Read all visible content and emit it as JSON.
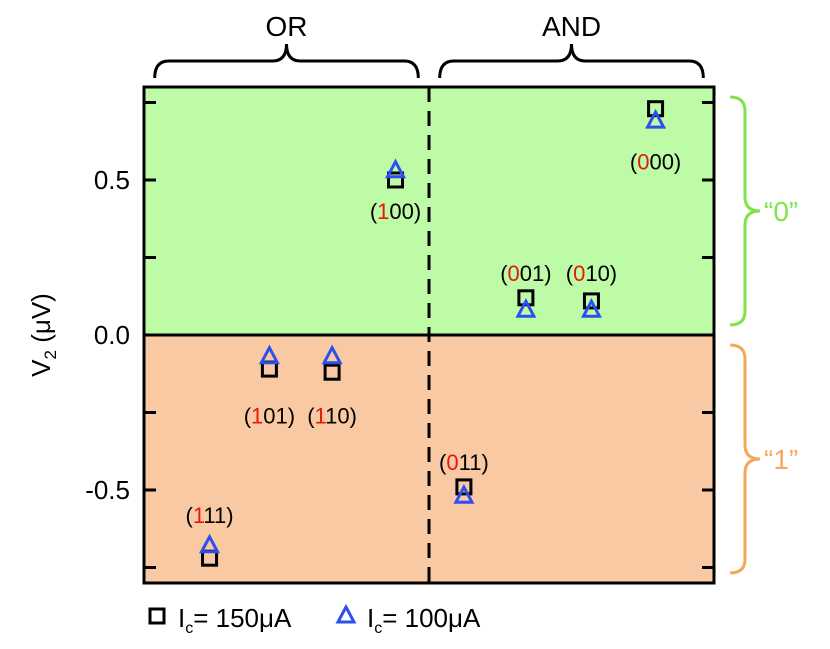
{
  "chart_data": {
    "type": "scatter",
    "ylabel": {
      "main": "V",
      "sub": "2",
      "unit": " (μV)"
    },
    "ylim": [
      -0.8,
      0.8
    ],
    "yticks": [
      {
        "value": 0.5,
        "label": "0.5"
      },
      {
        "value": 0.0,
        "label": "0.0"
      },
      {
        "value": -0.5,
        "label": "-0.5"
      }
    ],
    "xlim": [
      0,
      8
    ],
    "divider_x": 4,
    "groups": [
      {
        "label": "OR",
        "x_from": 0.15,
        "x_to": 3.85
      },
      {
        "label": "AND",
        "x_from": 4.15,
        "x_to": 7.85
      }
    ],
    "regions": [
      {
        "state": "“0”",
        "y_from": 0,
        "y_to": 0.8,
        "fill": "#bdfba6",
        "bracket_color": "#7fe34a"
      },
      {
        "state": "“1”",
        "y_from": -0.8,
        "y_to": 0,
        "fill": "#f8c9a2",
        "bracket_color": "#f5a85a"
      }
    ],
    "series": [
      {
        "name_main": "I",
        "name_sub": "c",
        "name_rest": "= 150μA",
        "marker": "square",
        "color": "#000000",
        "points": [
          {
            "x": 0.92,
            "y": -0.72
          },
          {
            "x": 1.76,
            "y": -0.11
          },
          {
            "x": 2.64,
            "y": -0.12
          },
          {
            "x": 3.53,
            "y": 0.5
          },
          {
            "x": 4.49,
            "y": -0.49
          },
          {
            "x": 5.36,
            "y": 0.12
          },
          {
            "x": 6.28,
            "y": 0.11
          },
          {
            "x": 7.18,
            "y": 0.73
          }
        ]
      },
      {
        "name_main": "I",
        "name_sub": "c",
        "name_rest": "= 100μA",
        "marker": "triangle",
        "color": "#2b4ff0",
        "points": [
          {
            "x": 0.92,
            "y": -0.68
          },
          {
            "x": 1.76,
            "y": -0.07
          },
          {
            "x": 2.64,
            "y": -0.07
          },
          {
            "x": 3.53,
            "y": 0.53
          },
          {
            "x": 4.49,
            "y": -0.52
          },
          {
            "x": 5.36,
            "y": 0.08
          },
          {
            "x": 6.28,
            "y": 0.08
          },
          {
            "x": 7.18,
            "y": 0.69
          }
        ]
      }
    ],
    "point_labels": [
      {
        "first": "1",
        "rest": "11)",
        "x": 0.92,
        "y": -0.58
      },
      {
        "first": "1",
        "rest": "01)",
        "x": 1.76,
        "y": -0.26
      },
      {
        "first": "1",
        "rest": "10)",
        "x": 2.64,
        "y": -0.26
      },
      {
        "first": "1",
        "rest": "00)",
        "x": 3.53,
        "y": 0.4
      },
      {
        "first": "0",
        "rest": "11)",
        "x": 4.49,
        "y": -0.41
      },
      {
        "first": "0",
        "rest": "01)",
        "x": 5.36,
        "y": 0.2
      },
      {
        "first": "0",
        "rest": "10)",
        "x": 6.28,
        "y": 0.2
      },
      {
        "first": "0",
        "rest": "00)",
        "x": 7.18,
        "y": 0.56
      }
    ],
    "label_open": "(",
    "label_first_color": "#e8160c"
  }
}
